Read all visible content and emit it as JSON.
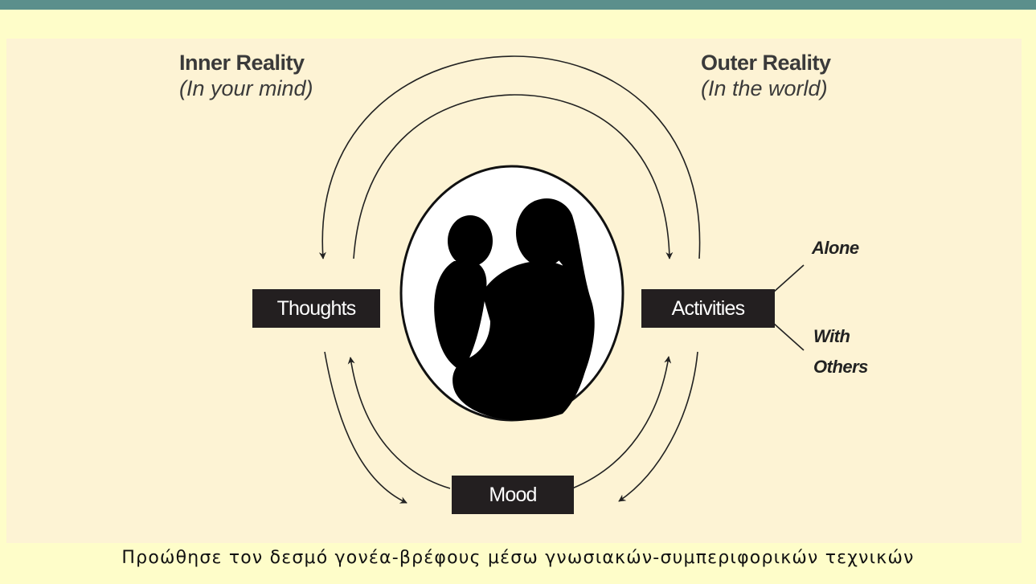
{
  "inner": {
    "title": "Inner Reality",
    "subtitle": "(In your mind)"
  },
  "outer": {
    "title": "Outer Reality",
    "subtitle": "(In the world)"
  },
  "nodes": {
    "thoughts": "Thoughts",
    "activities": "Activities",
    "mood": "Mood"
  },
  "branches": {
    "alone": "Alone",
    "with": "With",
    "others": "Others"
  },
  "caption": "Προώθησε τον δεσμό γονέα-βρέφους μέσω γνωσιακών-συμπεριφορικών τεχνικών",
  "colors": {
    "top_bar": "#5b8f8c",
    "background": "#fefdc9",
    "panel": "#fdf3d4",
    "box": "#231f20"
  },
  "icons": [
    "parent-child-silhouette-icon"
  ]
}
